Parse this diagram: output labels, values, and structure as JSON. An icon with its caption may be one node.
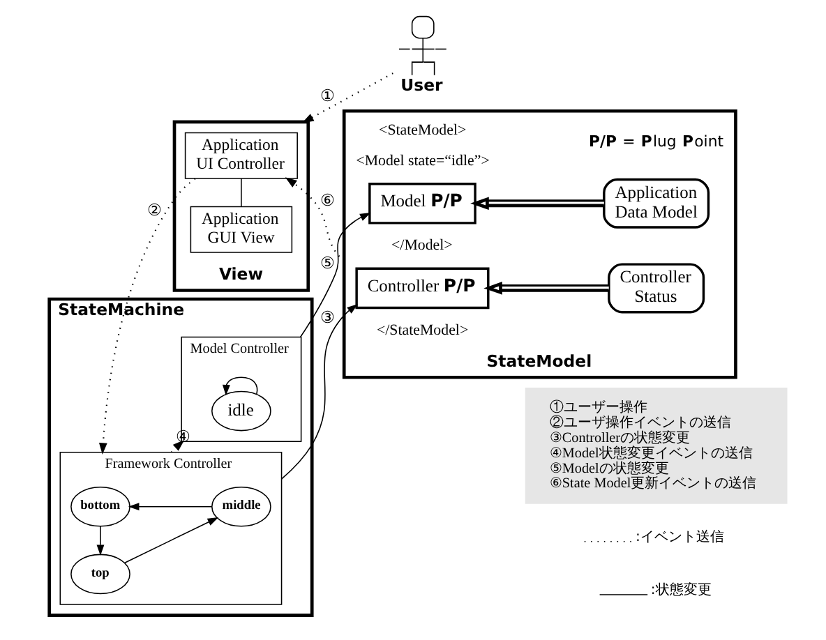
{
  "diagram": {
    "nodes": [
      {
        "text": [
          "StateMachine"
        ]
      },
      {
        "text": [
          "Model Controller"
        ],
        "in": 0
      },
      {
        "text": [
          "idle"
        ],
        "in": 1
      },
      {
        "text": [
          "Framework Controller"
        ],
        "in": 0
      },
      {
        "text": [
          "top"
        ],
        "in": 3
      },
      {
        "text": [
          "middle"
        ],
        "in": 3
      },
      {
        "text": [
          "bottom"
        ],
        "in": 3
      },
      {
        "text": [
          "StateModel"
        ]
      },
      {
        "text": [
          "Model **P/P**"
        ],
        "in": 7
      },
      {
        "text": [
          "Application Data Model"
        ],
        "in": 7
      },
      {
        "text": [
          "Controller **P/P**"
        ],
        "in": 7
      },
      {
        "text": [
          "Controller Status"
        ],
        "in": 7
      },
      {
        "text": [
          "View"
        ]
      },
      {
        "text": [
          "Application UI Controller"
        ],
        "in": 12
      },
      {
        "text": [
          "Application GUI View"
        ],
        "in": 12
      },
      {
        "text": [
          "User"
        ]
      },
      {
        "text": [
          "①ユーザー操作",
          "②ユーザ操作イベントの送信",
          "③Controllerの状態変更",
          "④Model状態変更イベントの送信",
          "⑤Modelの状態変更",
          "⑥State Model更新イベントの送信"
        ]
      }
    ],
    "edges": [
      {
        "from": 2,
        "to": 2,
        "arrow": "to"
      },
      {
        "from": 4,
        "to": 5,
        "arrow": "to"
      },
      {
        "from": 5,
        "to": 6,
        "arrow": "to"
      },
      {
        "from": 6,
        "to": 4,
        "arrow": "to"
      },
      {
        "from": 3,
        "to": 1,
        "arrow": "to",
        "label": "④",
        "style": "dashed"
      },
      {
        "from": 1,
        "to": 8,
        "arrow": "to",
        "label": "⑤"
      },
      {
        "from": 3,
        "to": 10,
        "arrow": "to",
        "label": "③"
      },
      {
        "from": 9,
        "to": 8,
        "arrow": "to",
        "style": "thick"
      },
      {
        "from": 11,
        "to": 10,
        "arrow": "to",
        "style": "thick"
      },
      {
        "from": 7,
        "to": 13,
        "arrow": "to",
        "label": "⑥",
        "style": "dashed"
      },
      {
        "from": 13,
        "to": 3,
        "arrow": "to",
        "label": "②",
        "style": "dashed"
      },
      {
        "from": 15,
        "to": 12,
        "arrow": "to",
        "label": "①",
        "style": "dashed"
      },
      {
        "from": 13,
        "to": 14,
        "arrow": "none"
      }
    ],
    "labels": [
      "**P/P** = **P**lug **P**oint",
      "<StateModel>",
      "<Model state=“idle”>",
      "</Model>",
      "</StateModel>"
    ],
    "legend": [
      {
        "text": ":イベント送信"
      },
      {
        "text": ":状態変更"
      }
    ]
  }
}
